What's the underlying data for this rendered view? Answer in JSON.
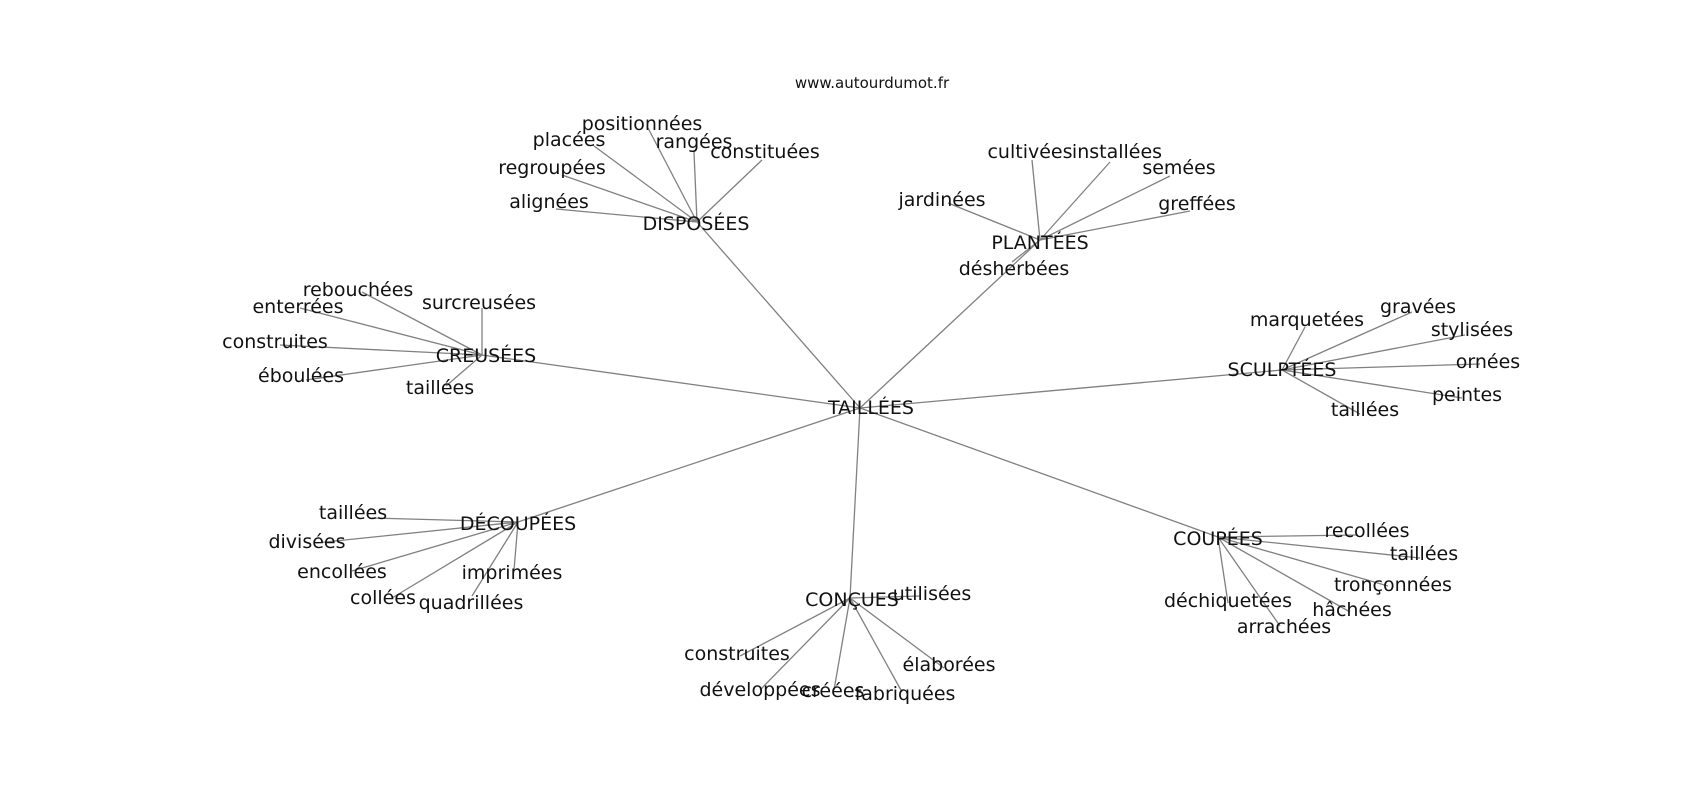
{
  "site": "www.autourdumot.fr",
  "graph": {
    "center": "TAILLÉES",
    "clusters": [
      {
        "label": "DISPOSÉES",
        "leaves": [
          "positionnées",
          "placées",
          "rangées",
          "constituées",
          "regroupées",
          "alignées"
        ]
      },
      {
        "label": "PLANTÉES",
        "leaves": [
          "cultivées",
          "installées",
          "semées",
          "jardinées",
          "greffées",
          "désherbées"
        ]
      },
      {
        "label": "CREUSÉES",
        "leaves": [
          "rebouchées",
          "enterrées",
          "surcreusées",
          "construites",
          "éboulées",
          "taillées"
        ]
      },
      {
        "label": "SCULPTÉES",
        "leaves": [
          "marquetées",
          "gravées",
          "stylisées",
          "ornées",
          "peintes",
          "taillées"
        ]
      },
      {
        "label": "DÉCOUPÉES",
        "leaves": [
          "taillées",
          "divisées",
          "encollées",
          "imprimées",
          "collées",
          "quadrillées"
        ]
      },
      {
        "label": "CONÇUES",
        "leaves": [
          "utilisées",
          "construites",
          "élaborées",
          "développées",
          "créées",
          "fabriquées"
        ]
      },
      {
        "label": "COUPÉES",
        "leaves": [
          "recollées",
          "taillées",
          "tronçonnées",
          "déchiquetées",
          "hâchées",
          "arrachées"
        ]
      }
    ]
  }
}
